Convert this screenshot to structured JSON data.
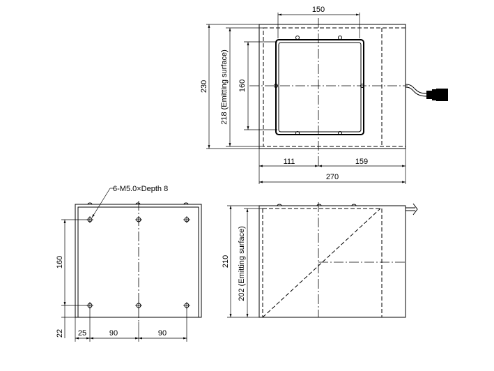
{
  "top_view": {
    "dim_top_width": "150",
    "dim_outer_height": "230",
    "dim_emitting_height": "218 (Emitting surface)",
    "dim_inner_height": "160",
    "dim_left_part": "111",
    "dim_right_part": "159",
    "dim_total_width": "270"
  },
  "front_view": {
    "thread_note": "6-M5.0×Depth 8",
    "dim_hole_spacing": "160",
    "dim_bottom_offset": "22",
    "dim_left_offset": "25",
    "dim_span_1": "90",
    "dim_span_2": "90"
  },
  "side_view": {
    "dim_height": "210",
    "dim_emitting_height": "202 (Emitting surface)"
  }
}
